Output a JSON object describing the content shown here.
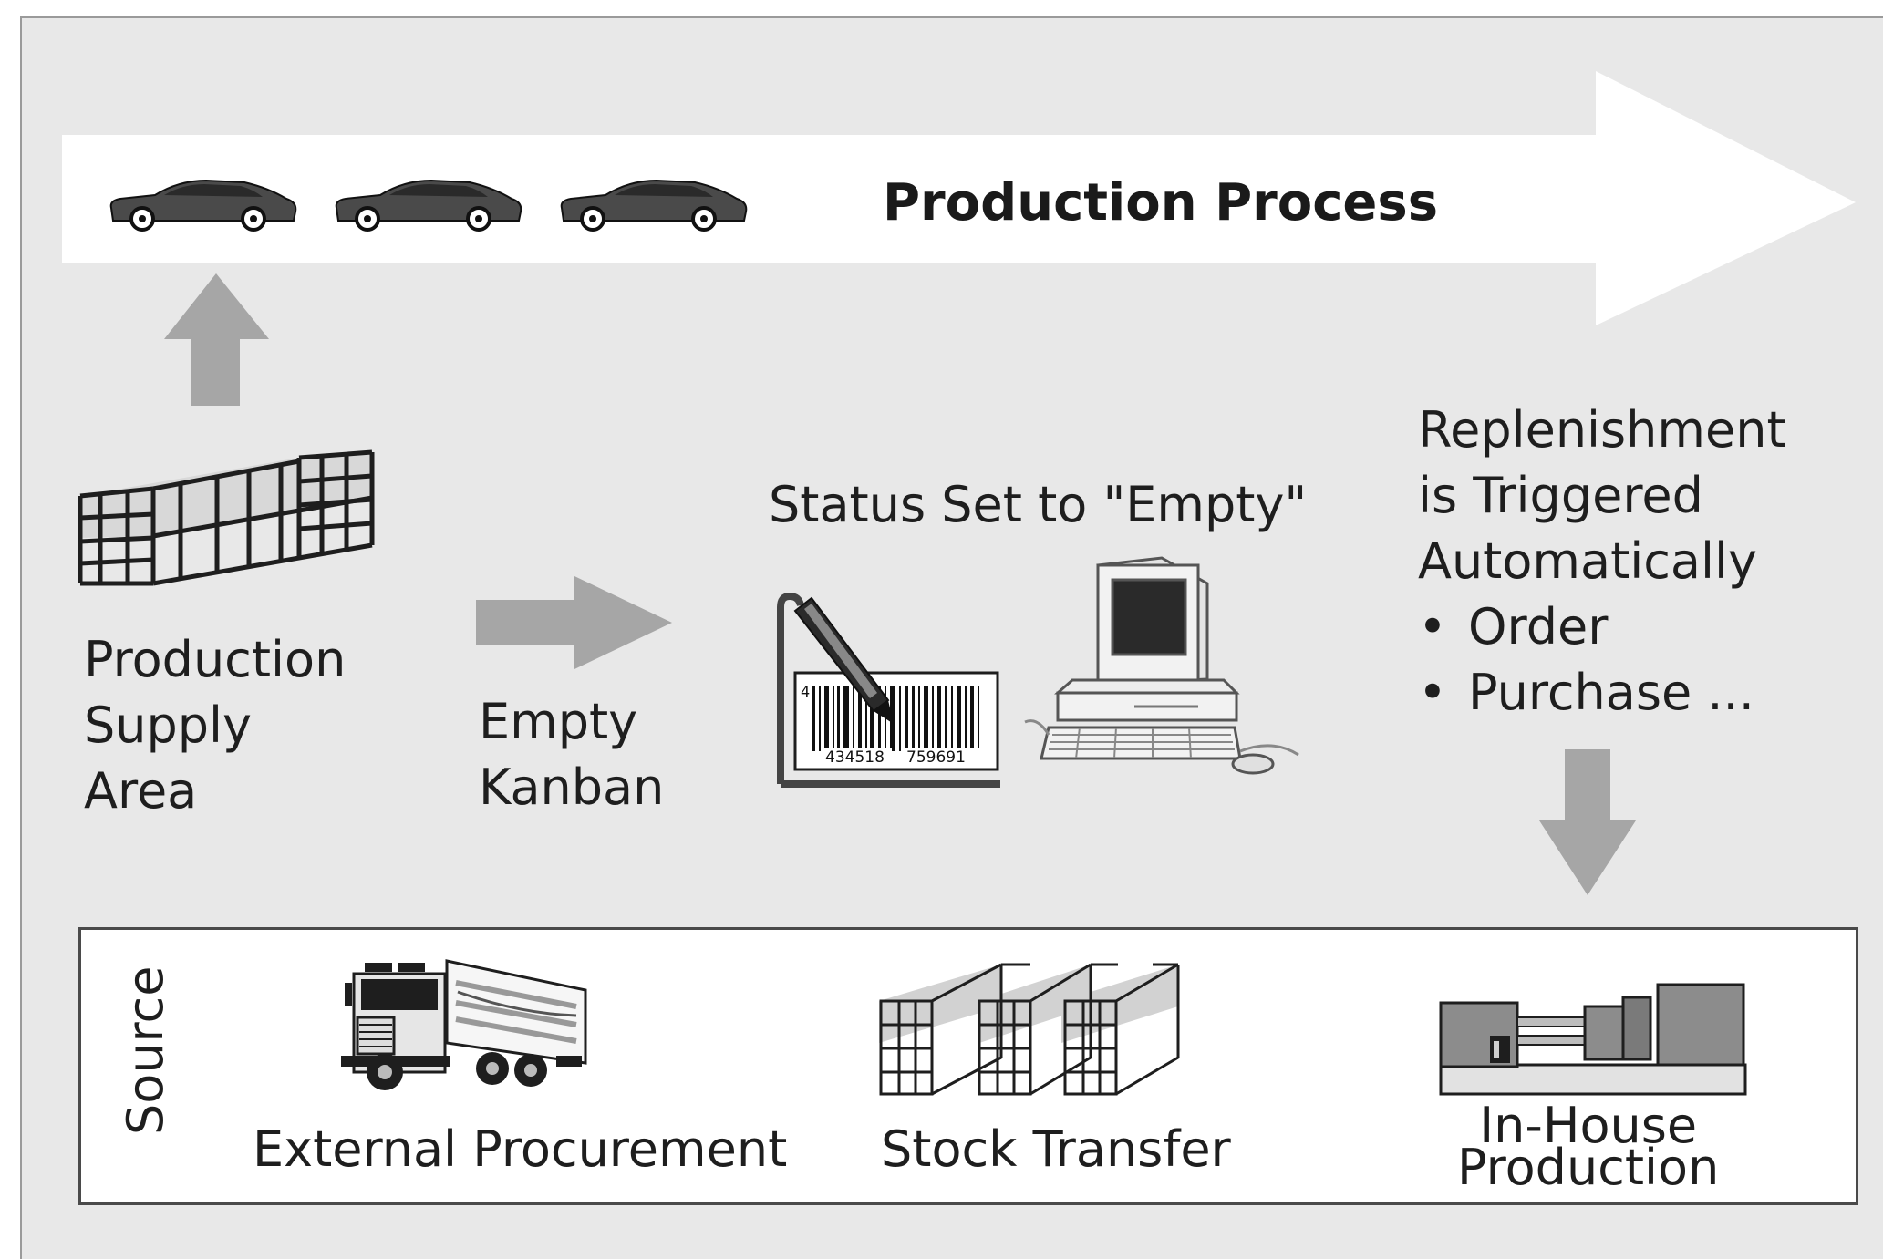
{
  "process": {
    "title": "Production Process"
  },
  "supply_area": {
    "lines": [
      "Production",
      "Supply",
      "Area"
    ]
  },
  "empty_kanban": {
    "lines": [
      "Empty",
      "Kanban"
    ]
  },
  "status": {
    "label": "Status Set to \"Empty\"",
    "barcode_digits": {
      "lead": "4",
      "left": "434518",
      "right": "759691"
    }
  },
  "replenishment": {
    "lines": [
      "Replenishment",
      "is Triggered",
      "Automatically"
    ],
    "items": [
      "Order",
      "Purchase ..."
    ]
  },
  "source": {
    "title": "Source",
    "external": "External Procurement",
    "transfer": "Stock Transfer",
    "inhouse": [
      "In-House",
      "Production"
    ]
  },
  "colors": {
    "background": "#e8e8e8",
    "arrow": "#a6a6a6",
    "banner": "#ffffff",
    "ink": "#1e1e1e"
  }
}
